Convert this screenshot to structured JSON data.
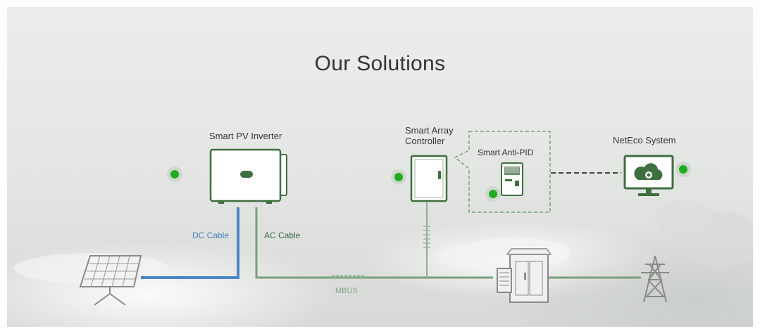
{
  "title": "Our Solutions",
  "components": {
    "inverter": "Smart PV Inverter",
    "controller_line1": "Smart Array",
    "controller_line2": "Controller",
    "anti_pid": "Smart Anti-PID",
    "neteco": "NetEco System"
  },
  "cables": {
    "dc": "DC Cable",
    "ac": "AC Cable",
    "mbus": "MBUS"
  },
  "colors": {
    "dc_cable": "#4a86c8",
    "ac_cable": "#6f9a6f",
    "device_outline": "#3f6e3f",
    "indicator": "#22aa22",
    "grey_equipment": "#9a9a9a"
  }
}
